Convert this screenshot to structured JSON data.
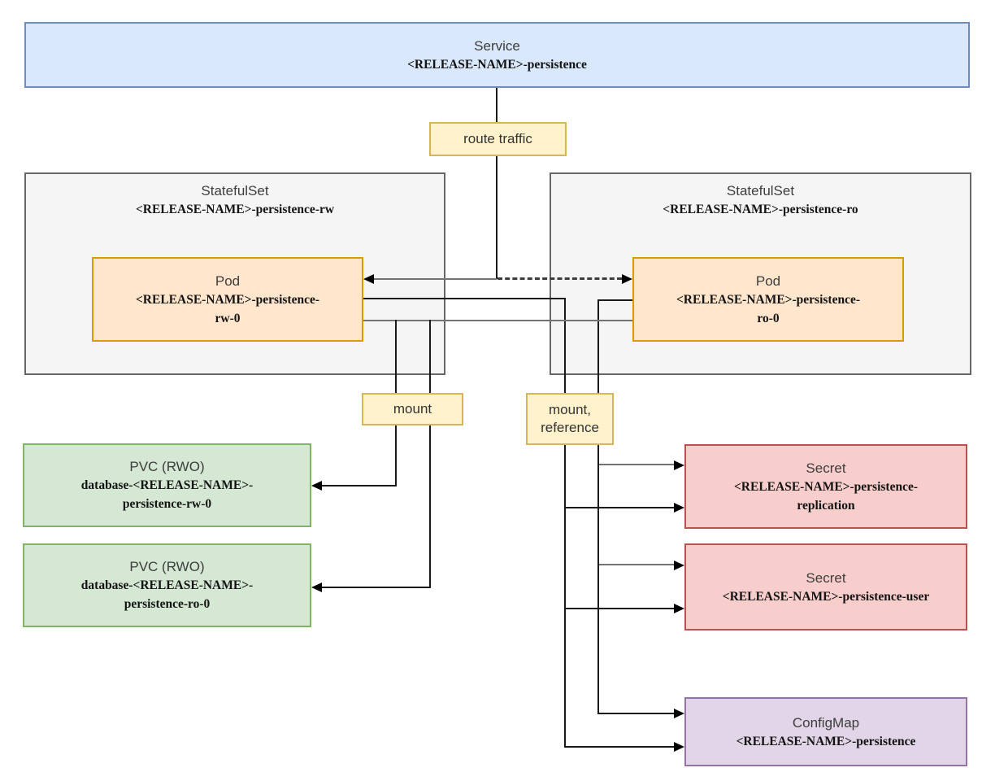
{
  "nodes": {
    "service": {
      "title": "Service",
      "name": "<RELEASE-NAME>-persistence"
    },
    "statefulset_rw": {
      "title": "StatefulSet",
      "name": "<RELEASE-NAME>-persistence-rw"
    },
    "statefulset_ro": {
      "title": "StatefulSet",
      "name": "<RELEASE-NAME>-persistence-ro"
    },
    "pod_rw": {
      "title": "Pod",
      "name_line1": "<RELEASE-NAME>-persistence-",
      "name_line2": "rw-0"
    },
    "pod_ro": {
      "title": "Pod",
      "name_line1": "<RELEASE-NAME>-persistence-",
      "name_line2": "ro-0"
    },
    "pvc_rw": {
      "title": "PVC (RWO)",
      "name_line1": "database-<RELEASE-NAME>-",
      "name_line2": "persistence-rw-0"
    },
    "pvc_ro": {
      "title": "PVC (RWO)",
      "name_line1": "database-<RELEASE-NAME>-",
      "name_line2": "persistence-ro-0"
    },
    "secret_replication": {
      "title": "Secret",
      "name_line1": "<RELEASE-NAME>-persistence-",
      "name_line2": "replication"
    },
    "secret_user": {
      "title": "Secret",
      "name": "<RELEASE-NAME>-persistence-user"
    },
    "configmap": {
      "title": "ConfigMap",
      "name": "<RELEASE-NAME>-persistence"
    }
  },
  "edge_labels": {
    "route_traffic": "route traffic",
    "mount": "mount",
    "mount_reference_line1": "mount,",
    "mount_reference_line2": "reference"
  },
  "edges": [
    {
      "from": "Service",
      "to": "Pod rw-0",
      "label": "route traffic",
      "style": "solid"
    },
    {
      "from": "Service",
      "to": "Pod ro-0",
      "label": "route traffic",
      "style": "dashed"
    },
    {
      "from": "Pod rw-0",
      "to": "PVC database-<RELEASE-NAME>-persistence-rw-0",
      "label": "mount",
      "style": "solid"
    },
    {
      "from": "Pod ro-0",
      "to": "PVC database-<RELEASE-NAME>-persistence-ro-0",
      "label": "mount",
      "style": "solid"
    },
    {
      "from": "Pod rw-0",
      "to": "Secret <RELEASE-NAME>-persistence-replication",
      "label": "mount, reference",
      "style": "solid"
    },
    {
      "from": "Pod ro-0",
      "to": "Secret <RELEASE-NAME>-persistence-replication",
      "label": "mount, reference",
      "style": "solid"
    },
    {
      "from": "Pod rw-0",
      "to": "Secret <RELEASE-NAME>-persistence-user",
      "label": "mount, reference",
      "style": "solid"
    },
    {
      "from": "Pod ro-0",
      "to": "Secret <RELEASE-NAME>-persistence-user",
      "label": "mount, reference",
      "style": "solid"
    },
    {
      "from": "Pod rw-0",
      "to": "ConfigMap <RELEASE-NAME>-persistence",
      "label": "mount, reference",
      "style": "solid"
    },
    {
      "from": "Pod ro-0",
      "to": "ConfigMap <RELEASE-NAME>-persistence",
      "label": "mount, reference",
      "style": "solid"
    }
  ],
  "colors": {
    "service_fill": "#dae8fc",
    "service_border": "#6c8ebf",
    "group_fill": "#f5f5f5",
    "group_border": "#666666",
    "pod_fill": "#ffe6cc",
    "pod_border": "#d79b00",
    "label_fill": "#fff2cc",
    "label_border": "#d6b656",
    "pvc_fill": "#d5e8d4",
    "pvc_border": "#82b366",
    "secret_fill": "#f8cecc",
    "secret_border": "#b85450",
    "configmap_fill": "#e1d5e7",
    "configmap_border": "#9673a6",
    "edge_dark": "#1a1a1a",
    "edge_gray": "#737373"
  }
}
